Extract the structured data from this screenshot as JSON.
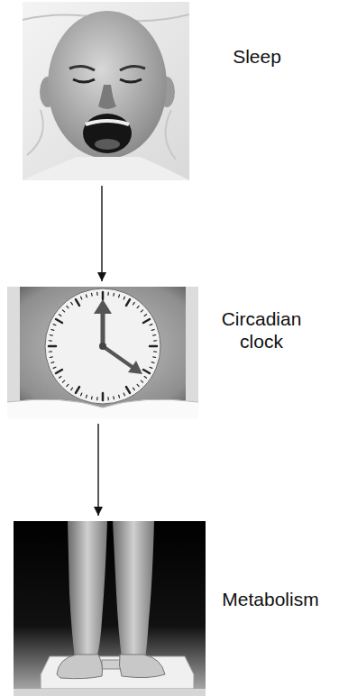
{
  "diagram": {
    "nodes": [
      {
        "text": [
          "Sleep"
        ]
      },
      {
        "text": [
          "Circadian clock"
        ]
      },
      {
        "text": [
          "Metabolism"
        ]
      }
    ],
    "edges": [
      {
        "from": 0,
        "to": 1,
        "arrow": "to"
      },
      {
        "from": 1,
        "to": 2,
        "arrow": "to"
      }
    ]
  }
}
